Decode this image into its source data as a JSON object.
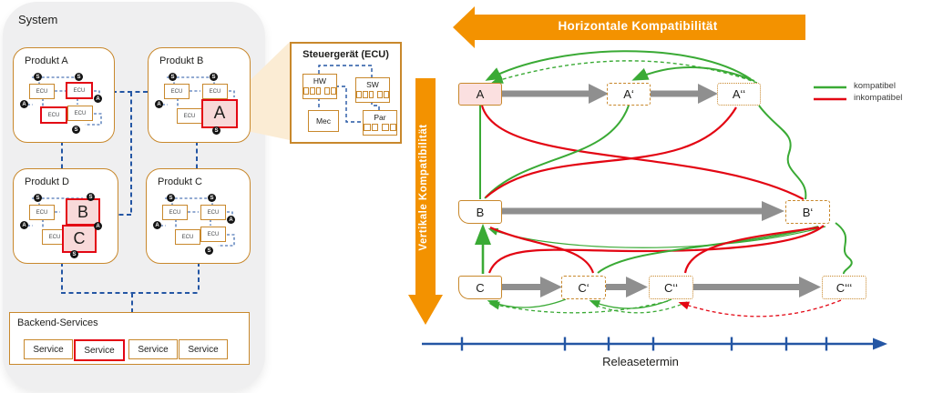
{
  "system": {
    "title": "System",
    "products": [
      {
        "label": "Produkt A"
      },
      {
        "label": "Produkt B"
      },
      {
        "label": "Produkt D"
      },
      {
        "label": "Produkt C"
      }
    ],
    "ecu_label": "ECU",
    "badge_s": "S",
    "badge_a": "A",
    "highlight_a": "A",
    "highlight_b": "B",
    "highlight_c": "C",
    "backend": {
      "title": "Backend-Services",
      "services": [
        "Service",
        "Service",
        "Service",
        "Service"
      ]
    }
  },
  "ecu_detail": {
    "title": "Steuergerät (ECU)",
    "hw_label": "HW",
    "sw_label": "SW",
    "mec_label": "Mec",
    "par_label": "Par"
  },
  "compat": {
    "horizontal_label": "Horizontale Kompatibilität",
    "vertical_label": "Vertikale Kompatibilität",
    "legend": [
      {
        "label": "kompatibel",
        "color": "#3aaa35"
      },
      {
        "label": "inkompatibel",
        "color": "#e30613"
      }
    ],
    "rows": [
      {
        "releases": [
          "A",
          "A‘",
          "A‘‘"
        ]
      },
      {
        "releases": [
          "B",
          "B‘"
        ]
      },
      {
        "releases": [
          "C",
          "C‘",
          "C‘‘",
          "C‘‘‘"
        ]
      }
    ],
    "timeline_label": "Releasetermin",
    "colors": {
      "compatible_green": "#3aaa35",
      "incompatible_red": "#e30613",
      "accent_orange": "#f39200",
      "box_border_orange": "#c8882c",
      "timeline_blue": "#2456a4",
      "release_arrow_gray": "#8f8f8f",
      "panel_gray": "#efeff0",
      "highlight_pink": "#fbe0e0"
    }
  }
}
